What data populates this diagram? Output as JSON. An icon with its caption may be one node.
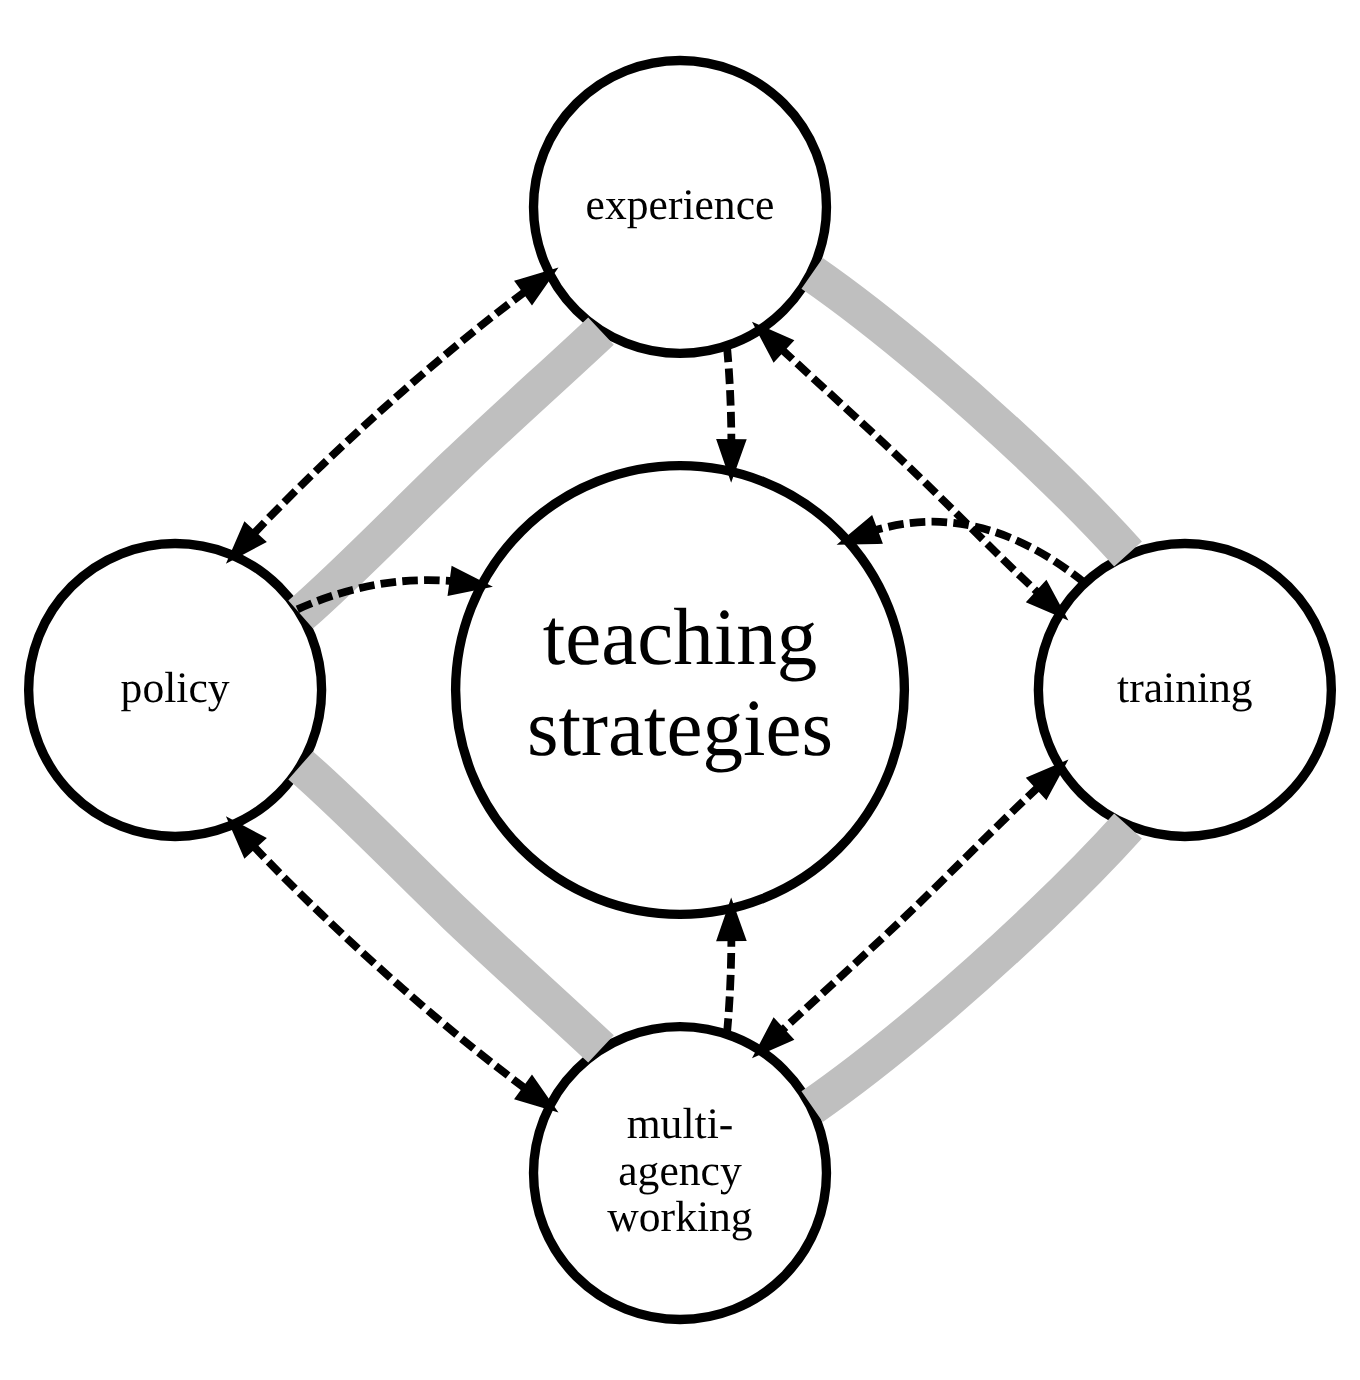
{
  "diagram": {
    "nodes": [
      {
        "text": [
          "experience"
        ]
      },
      {
        "text": [
          "policy"
        ]
      },
      {
        "text": [
          "teaching strategies"
        ]
      },
      {
        "text": [
          "training"
        ]
      },
      {
        "text": [
          "multi- agency working"
        ]
      }
    ],
    "edges": [
      {
        "from": 0,
        "to": 2,
        "arrow": "to",
        "style": "dashed"
      },
      {
        "from": 1,
        "to": 2,
        "arrow": "to",
        "style": "dashed"
      },
      {
        "from": 3,
        "to": 2,
        "arrow": "to",
        "style": "dashed"
      },
      {
        "from": 4,
        "to": 2,
        "arrow": "to",
        "style": "dashed"
      },
      {
        "from": 0,
        "to": 1,
        "arrow": "both",
        "style": "dashed"
      },
      {
        "from": 0,
        "to": 3,
        "arrow": "both",
        "style": "dashed"
      },
      {
        "from": 1,
        "to": 4,
        "arrow": "both",
        "style": "dashed"
      },
      {
        "from": 3,
        "to": 4,
        "arrow": "both",
        "style": "dashed"
      },
      {
        "from": 0,
        "to": 1,
        "arrow": "none",
        "style": "thick",
        "color": "#bfbfbf"
      },
      {
        "from": 0,
        "to": 3,
        "arrow": "none",
        "style": "thick",
        "color": "#bfbfbf"
      },
      {
        "from": 1,
        "to": 4,
        "arrow": "none",
        "style": "thick",
        "color": "#bfbfbf"
      },
      {
        "from": 3,
        "to": 4,
        "arrow": "none",
        "style": "thick",
        "color": "#bfbfbf"
      }
    ]
  }
}
